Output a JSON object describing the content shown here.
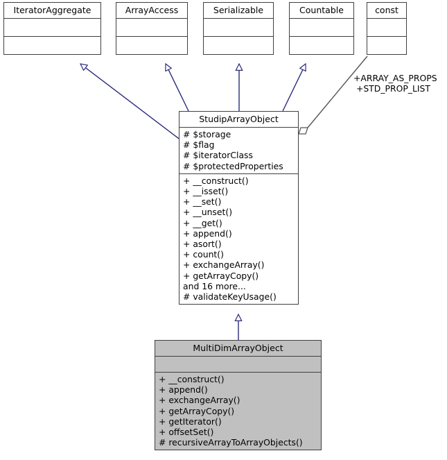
{
  "diagram": {
    "type": "uml-class-diagram",
    "colors": {
      "inheritance_arrow": "#2a2a7a",
      "association_line": "#555555",
      "box_border": "#3f3f3f",
      "highlight_fill": "#c0c0c0",
      "background": "#ffffff"
    },
    "classes": [
      {
        "id": "iteratoraggregate",
        "name": "IteratorAggregate",
        "stereotype": "interface",
        "attributes": [],
        "methods": [],
        "highlighted": false
      },
      {
        "id": "arrayaccess",
        "name": "ArrayAccess",
        "stereotype": "interface",
        "attributes": [],
        "methods": [],
        "highlighted": false
      },
      {
        "id": "serializable",
        "name": "Serializable",
        "stereotype": "interface",
        "attributes": [],
        "methods": [],
        "highlighted": false
      },
      {
        "id": "countable",
        "name": "Countable",
        "stereotype": "interface",
        "attributes": [],
        "methods": [],
        "highlighted": false
      },
      {
        "id": "const",
        "name": "const",
        "stereotype": "interface",
        "attributes": [],
        "methods": [],
        "highlighted": false
      },
      {
        "id": "studiparrayobject",
        "name": "StudipArrayObject",
        "attributes": [
          "# $storage",
          "# $flag",
          "# $iteratorClass",
          "# $protectedProperties"
        ],
        "methods": [
          "+ __construct()",
          "+ __isset()",
          "+ __set()",
          "+ __unset()",
          "+ __get()",
          "+ append()",
          "+ asort()",
          "+ count()",
          "+ exchangeArray()",
          "+ getArrayCopy()",
          "and 16 more...",
          "# validateKeyUsage()"
        ],
        "highlighted": false
      },
      {
        "id": "multidimarrayobject",
        "name": "MultiDimArrayObject",
        "attributes": [],
        "methods": [
          "+ __construct()",
          "+ append()",
          "+ exchangeArray()",
          "+ getArrayCopy()",
          "+ getIterator()",
          "+ offsetSet()",
          "# recursiveArrayToArrayObjects()"
        ],
        "highlighted": true
      }
    ],
    "relations": [
      {
        "id": "rel-1",
        "kind": "inheritance",
        "from": "studiparrayobject",
        "to": "iteratoraggregate",
        "label": ""
      },
      {
        "id": "rel-2",
        "kind": "inheritance",
        "from": "studiparrayobject",
        "to": "arrayaccess",
        "label": ""
      },
      {
        "id": "rel-3",
        "kind": "inheritance",
        "from": "studiparrayobject",
        "to": "serializable",
        "label": ""
      },
      {
        "id": "rel-4",
        "kind": "inheritance",
        "from": "studiparrayobject",
        "to": "countable",
        "label": ""
      },
      {
        "id": "rel-5",
        "kind": "aggregation",
        "from": "const",
        "to": "studiparrayobject",
        "label": "+ARRAY_AS_PROPS\n+STD_PROP_LIST"
      },
      {
        "id": "rel-6",
        "kind": "inheritance",
        "from": "multidimarrayobject",
        "to": "studiparrayobject",
        "label": ""
      }
    ],
    "edge_labels": {
      "const_constants": "+ARRAY_AS_PROPS\n +STD_PROP_LIST"
    }
  }
}
